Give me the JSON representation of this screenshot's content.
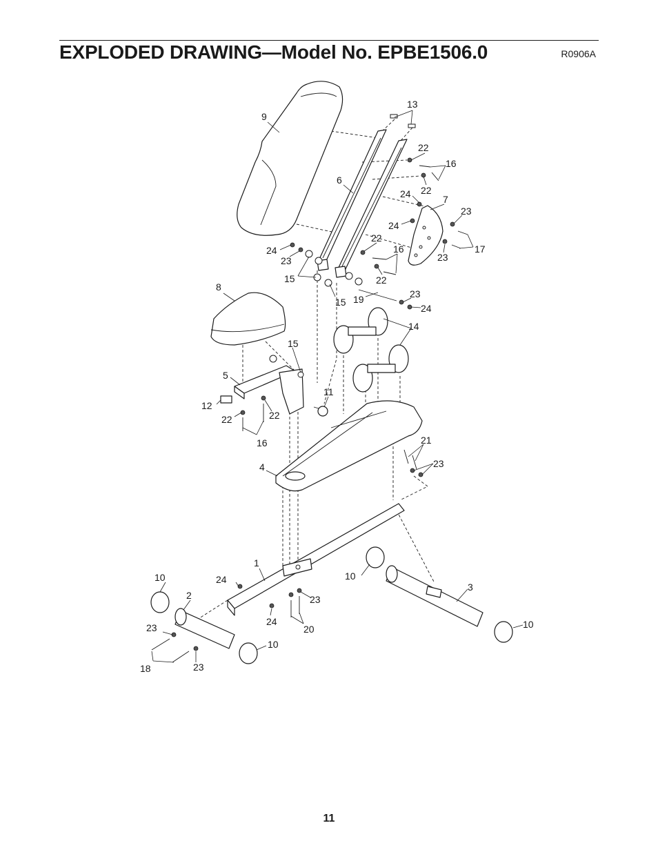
{
  "header": {
    "title": "EXPLODED DRAWING—Model No. EPBE1506.0",
    "doc_code": "R0906A"
  },
  "footer": {
    "page_number": "11"
  },
  "callouts": [
    {
      "id": "1",
      "text": "1"
    },
    {
      "id": "2",
      "text": "2"
    },
    {
      "id": "3",
      "text": "3"
    },
    {
      "id": "4",
      "text": "4"
    },
    {
      "id": "5",
      "text": "5"
    },
    {
      "id": "6",
      "text": "6"
    },
    {
      "id": "7",
      "text": "7"
    },
    {
      "id": "8",
      "text": "8"
    },
    {
      "id": "9",
      "text": "9"
    },
    {
      "id": "10a",
      "text": "10"
    },
    {
      "id": "10b",
      "text": "10"
    },
    {
      "id": "10c",
      "text": "10"
    },
    {
      "id": "10d",
      "text": "10"
    },
    {
      "id": "11",
      "text": "11"
    },
    {
      "id": "12",
      "text": "12"
    },
    {
      "id": "13",
      "text": "13"
    },
    {
      "id": "14",
      "text": "14"
    },
    {
      "id": "15a",
      "text": "15"
    },
    {
      "id": "15b",
      "text": "15"
    },
    {
      "id": "15c",
      "text": "15"
    },
    {
      "id": "16a",
      "text": "16"
    },
    {
      "id": "16b",
      "text": "16"
    },
    {
      "id": "16c",
      "text": "16"
    },
    {
      "id": "17",
      "text": "17"
    },
    {
      "id": "18",
      "text": "18"
    },
    {
      "id": "19",
      "text": "19"
    },
    {
      "id": "20",
      "text": "20"
    },
    {
      "id": "21",
      "text": "21"
    },
    {
      "id": "22a",
      "text": "22"
    },
    {
      "id": "22b",
      "text": "22"
    },
    {
      "id": "22c",
      "text": "22"
    },
    {
      "id": "22d",
      "text": "22"
    },
    {
      "id": "22e",
      "text": "22"
    },
    {
      "id": "22f",
      "text": "22"
    },
    {
      "id": "23a",
      "text": "23"
    },
    {
      "id": "23b",
      "text": "23"
    },
    {
      "id": "23c",
      "text": "23"
    },
    {
      "id": "23d",
      "text": "23"
    },
    {
      "id": "23e",
      "text": "23"
    },
    {
      "id": "23f",
      "text": "23"
    },
    {
      "id": "23g",
      "text": "23"
    },
    {
      "id": "23h",
      "text": "23"
    },
    {
      "id": "24a",
      "text": "24"
    },
    {
      "id": "24b",
      "text": "24"
    },
    {
      "id": "24c",
      "text": "24"
    },
    {
      "id": "24d",
      "text": "24"
    },
    {
      "id": "24e",
      "text": "24"
    },
    {
      "id": "24f",
      "text": "24"
    }
  ]
}
